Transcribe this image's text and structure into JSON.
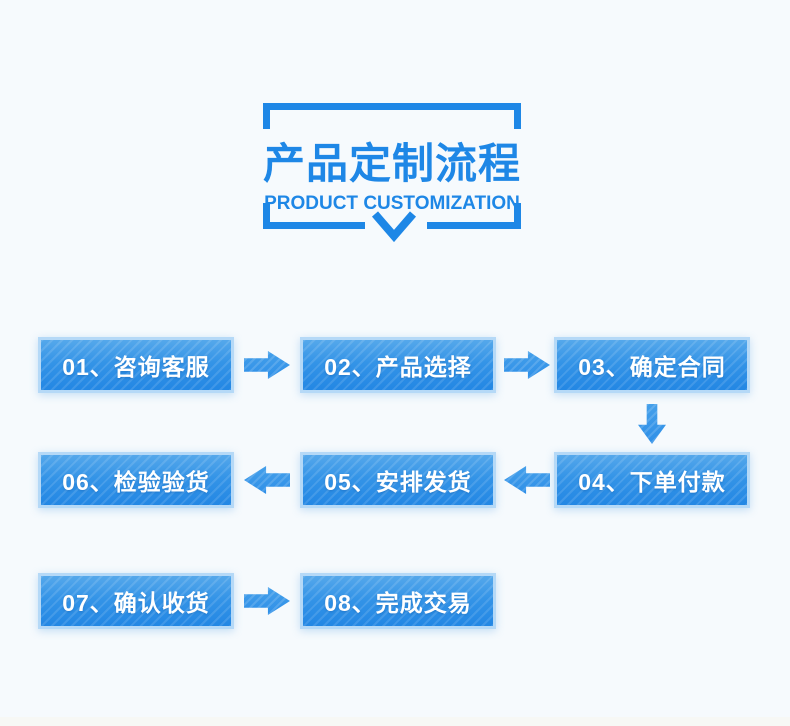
{
  "page": {
    "background_color": "#f6fafd",
    "accent_color": "#1e87e6"
  },
  "header": {
    "title_zh": "产品定制流程",
    "title_en": "PRODUCT CUSTOMIZATION",
    "frame_style": "corner-brackets",
    "chevron_icon": "chevron-down"
  },
  "flow": {
    "box_colors": {
      "fill_top": "#55a8eb",
      "fill_bottom": "#2387e4",
      "border": "#b5d9f7",
      "text": "#ffffff",
      "arrow": "#2e8fe8",
      "texture": "diagonal-stripes"
    },
    "steps": [
      {
        "number": "01",
        "label": "01、咨询客服"
      },
      {
        "number": "02",
        "label": "02、产品选择"
      },
      {
        "number": "03",
        "label": "03、确定合同"
      },
      {
        "number": "04",
        "label": "04、下单付款"
      },
      {
        "number": "05",
        "label": "05、安排发货"
      },
      {
        "number": "06",
        "label": "06、检验验货"
      },
      {
        "number": "07",
        "label": "07、确认收货"
      },
      {
        "number": "08",
        "label": "08、完成交易"
      }
    ],
    "connectors": [
      {
        "from": "01",
        "to": "02",
        "direction": "right"
      },
      {
        "from": "02",
        "to": "03",
        "direction": "right"
      },
      {
        "from": "03",
        "to": "04",
        "direction": "down"
      },
      {
        "from": "04",
        "to": "05",
        "direction": "left"
      },
      {
        "from": "05",
        "to": "06",
        "direction": "left"
      },
      {
        "from": "07",
        "to": "08",
        "direction": "right"
      }
    ]
  }
}
